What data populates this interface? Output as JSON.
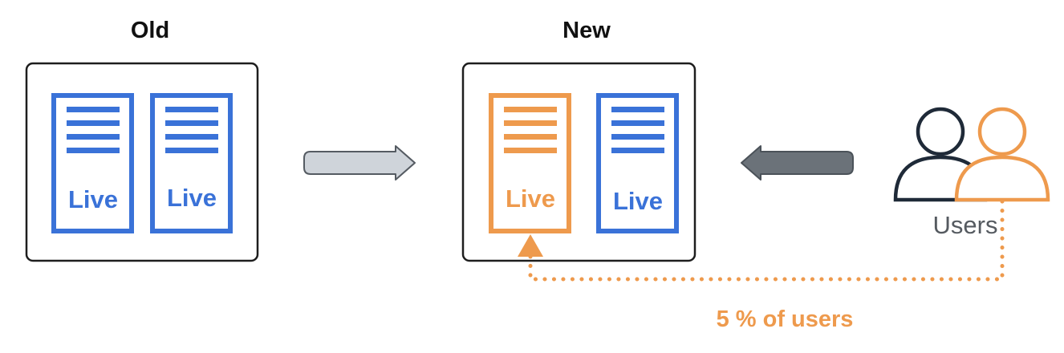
{
  "old_env": {
    "title": "Old",
    "servers": [
      {
        "label": "Live",
        "color": "#3a72d8"
      },
      {
        "label": "Live",
        "color": "#3a72d8"
      }
    ]
  },
  "new_env": {
    "title": "New",
    "servers": [
      {
        "label": "Live",
        "color": "#ee9a4d"
      },
      {
        "label": "Live",
        "color": "#3a72d8"
      }
    ]
  },
  "users": {
    "label": "Users",
    "colors": [
      "#1f2a38",
      "#ee9a4d"
    ]
  },
  "canary": {
    "label": "5 % of users",
    "color": "#ee9a4d"
  },
  "arrows": {
    "deploy_color": "#cfd4da",
    "traffic_color": "#6b7279"
  }
}
